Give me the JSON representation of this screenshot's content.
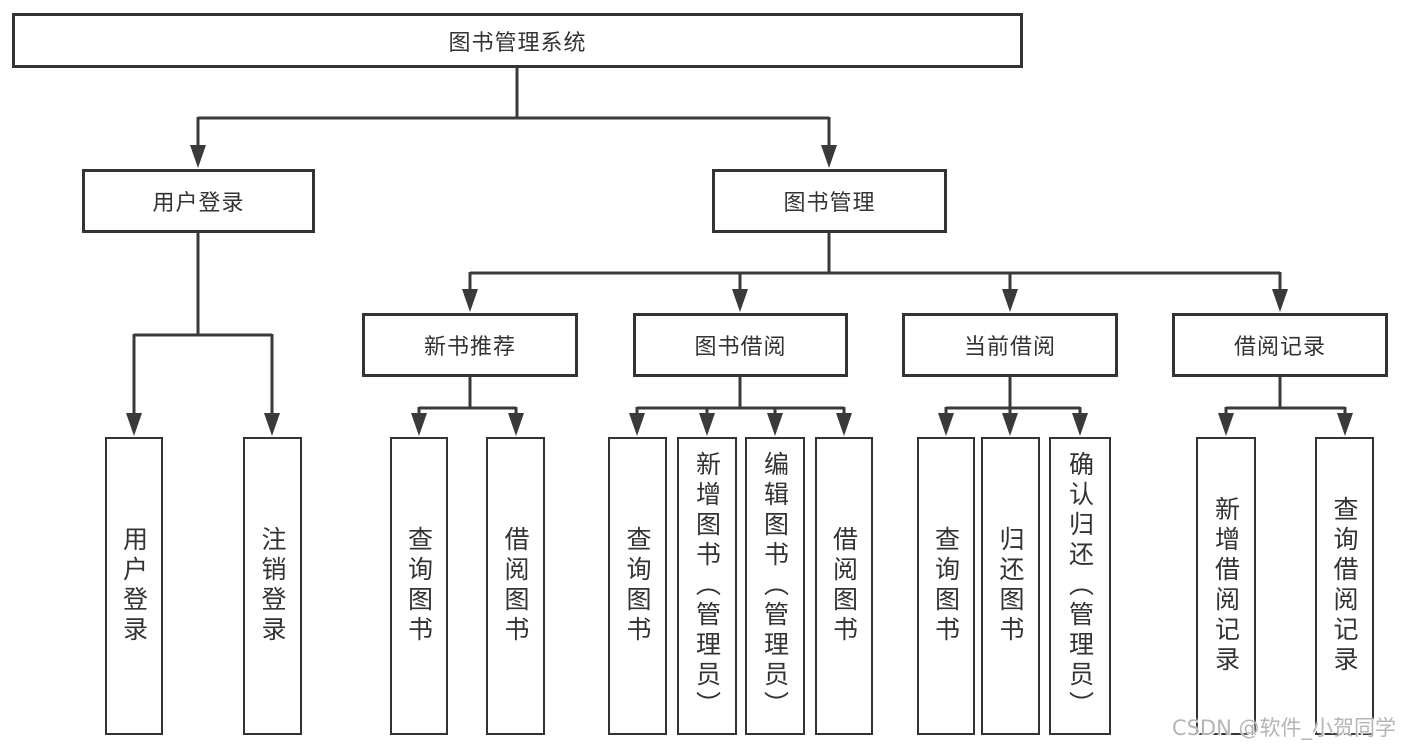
{
  "tree": {
    "label": "图书管理系统",
    "children": [
      {
        "label": "用户登录",
        "children": [
          {
            "label": "用户登录"
          },
          {
            "label": "注销登录"
          }
        ]
      },
      {
        "label": "图书管理",
        "children": [
          {
            "label": "新书推荐",
            "children": [
              {
                "label": "查询图书"
              },
              {
                "label": "借阅图书"
              }
            ]
          },
          {
            "label": "图书借阅",
            "children": [
              {
                "label": "查询图书"
              },
              {
                "label": "新增图书（管理员）"
              },
              {
                "label": "编辑图书（管理员）"
              },
              {
                "label": "借阅图书"
              }
            ]
          },
          {
            "label": "当前借阅",
            "children": [
              {
                "label": "查询图书"
              },
              {
                "label": "归还图书"
              },
              {
                "label": "确认归还（管理员）"
              }
            ]
          },
          {
            "label": "借阅记录",
            "children": [
              {
                "label": "新增借阅记录"
              },
              {
                "label": "查询借阅记录"
              }
            ]
          }
        ]
      }
    ]
  },
  "watermark": {
    "text": "CSDN @软件_小贺同学"
  },
  "colors": {
    "background": "#ffffff",
    "line": "#3a3a3a",
    "box_border": "#333333",
    "text": "#333333",
    "watermark": "#b5b5b5"
  }
}
